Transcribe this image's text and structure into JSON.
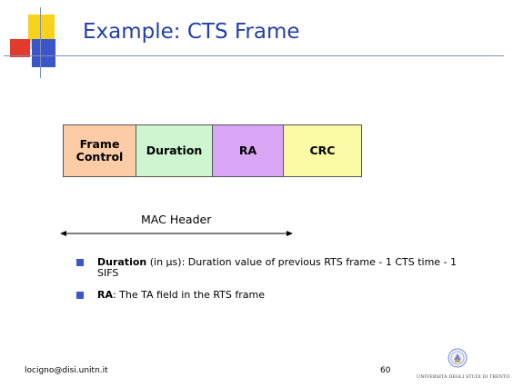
{
  "slide": {
    "title": "Example: CTS Frame",
    "frame_fields": [
      {
        "line1": "Frame",
        "line2": "Control",
        "color": "#fccca6"
      },
      {
        "label": "Duration",
        "color": "#cdf5cf"
      },
      {
        "label": "RA",
        "color": "#d8a6f4"
      },
      {
        "label": "CRC",
        "color": "#fafaa6"
      }
    ],
    "mac_header_label": "MAC Header",
    "bullets": [
      {
        "bold": "Duration",
        "text_pre": " (in ",
        "mu": "µ",
        "text_post": "s): Duration value of previous RTS frame - 1 CTS time - 1 SIFS"
      },
      {
        "bold": "RA",
        "text_post": ": The TA field in the RTS frame"
      }
    ],
    "footer": {
      "email": "locigno@disi.unitn.it",
      "page_number": "60",
      "logo_text": "UNIVERSITÀ DEGLI STUDI DI TRENTO"
    },
    "colors": {
      "title": "#243fa8",
      "bullet_marker": "#3b56c8",
      "accent_yellow": "#f6d31a",
      "accent_red": "#e23a2d",
      "accent_blue": "#3b56c8"
    }
  }
}
